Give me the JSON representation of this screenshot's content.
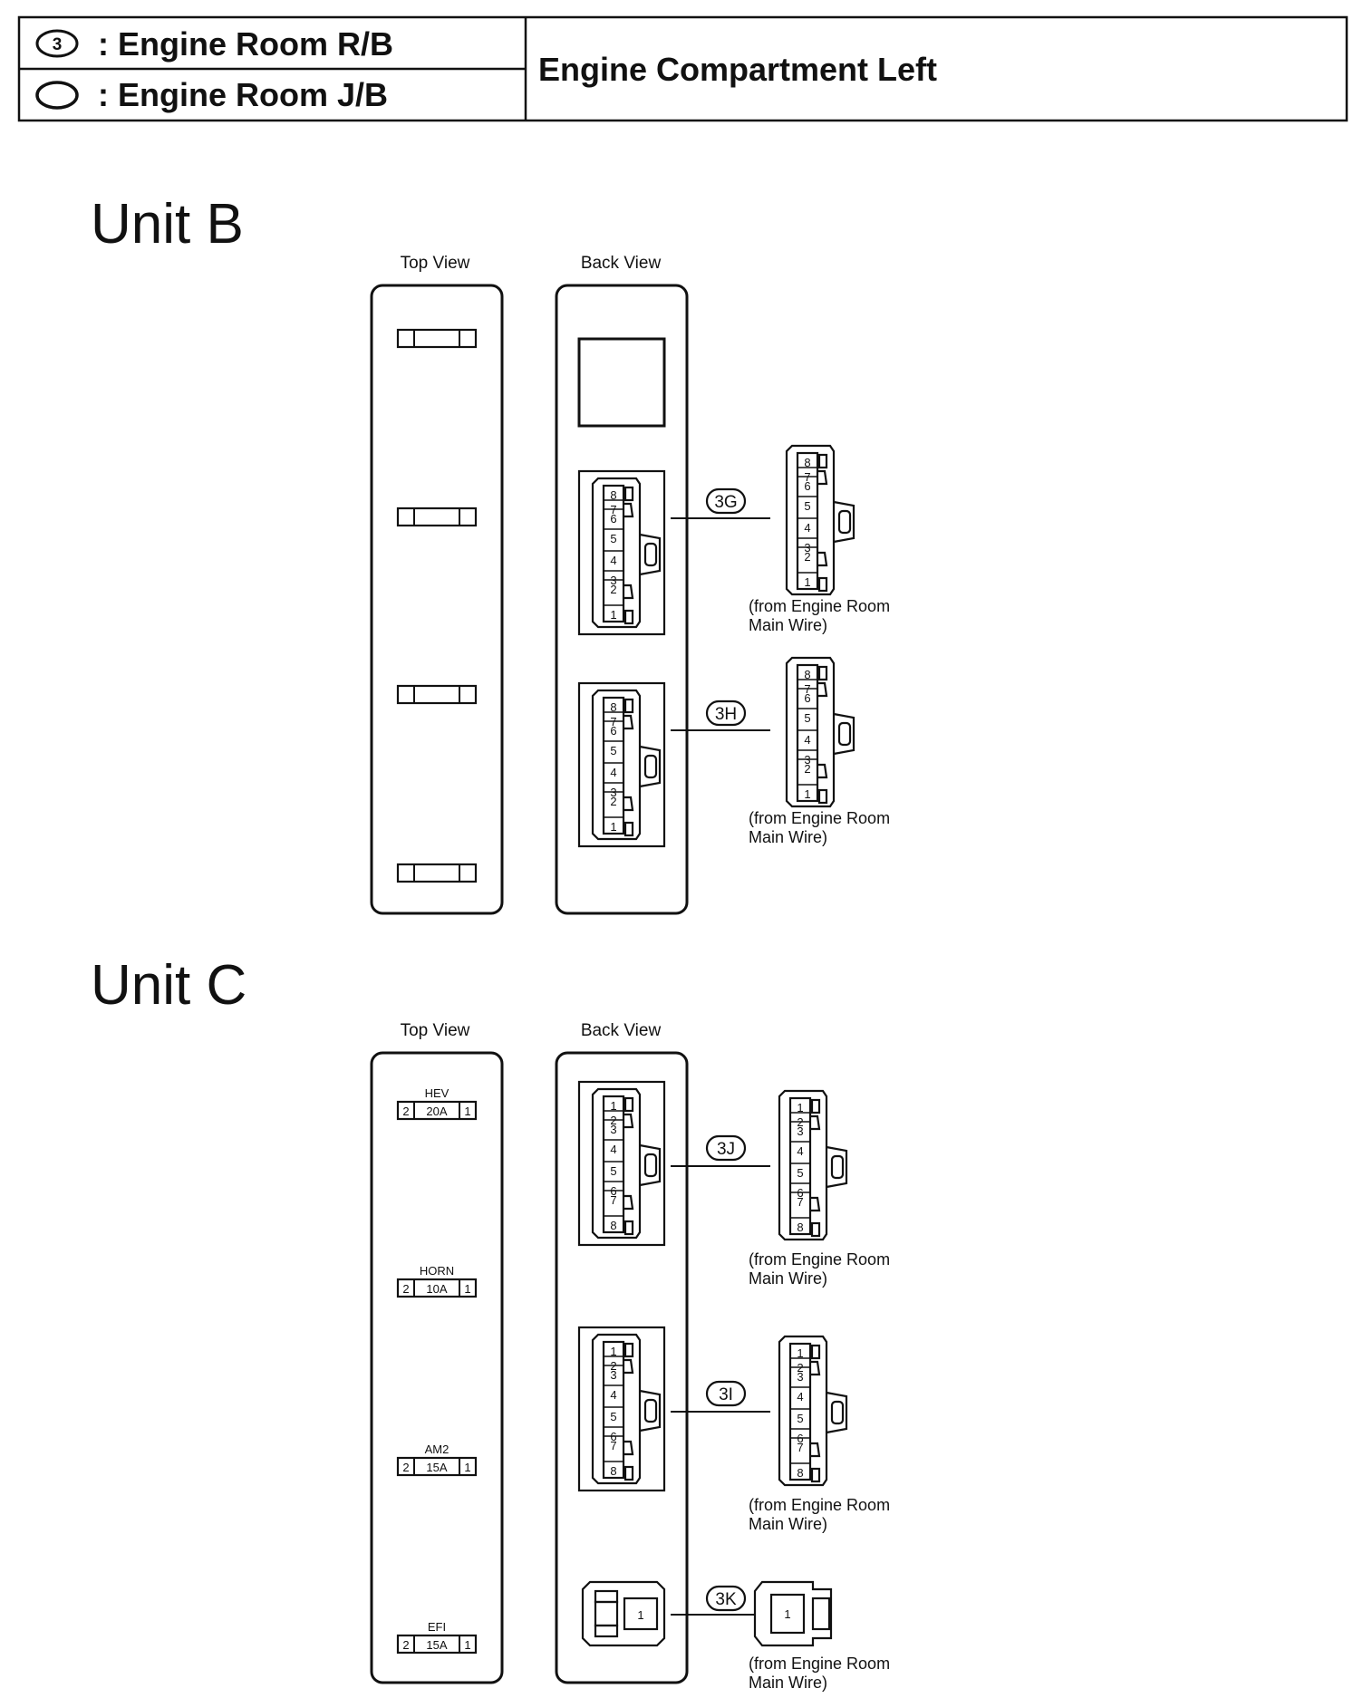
{
  "legend": {
    "rb": {
      "badge": "3",
      "label": ": Engine Room R/B"
    },
    "jb": {
      "label": ": Engine Room J/B"
    }
  },
  "location": "Engine Compartment Left",
  "units": [
    {
      "title": "Unit B",
      "top_view_label": "Top View",
      "back_view_label": "Back View",
      "fuses": [
        {
          "name": "",
          "left": "",
          "rating": "",
          "right": ""
        },
        {
          "name": "",
          "left": "",
          "rating": "",
          "right": ""
        },
        {
          "name": "",
          "left": "",
          "rating": "",
          "right": ""
        },
        {
          "name": "",
          "left": "",
          "rating": "",
          "right": ""
        }
      ],
      "relay": true,
      "connectors": [
        {
          "id": "3G",
          "type": "8pin-a",
          "from_line1": "(from Engine Room",
          "from_line2": "Main Wire)"
        },
        {
          "id": "3H",
          "type": "8pin-a",
          "from_line1": "(from Engine Room",
          "from_line2": "Main Wire)"
        }
      ]
    },
    {
      "title": "Unit C",
      "top_view_label": "Top View",
      "back_view_label": "Back View",
      "fuses": [
        {
          "name": "HEV",
          "left": "2",
          "rating": "20A",
          "right": "1"
        },
        {
          "name": "HORN",
          "left": "2",
          "rating": "10A",
          "right": "1"
        },
        {
          "name": "AM2",
          "left": "2",
          "rating": "15A",
          "right": "1"
        },
        {
          "name": "EFI",
          "left": "2",
          "rating": "15A",
          "right": "1"
        }
      ],
      "relay": false,
      "connectors": [
        {
          "id": "3J",
          "type": "8pin-b",
          "from_line1": "(from Engine Room",
          "from_line2": "Main Wire)"
        },
        {
          "id": "3I",
          "type": "8pin-b",
          "from_line1": "(from Engine Room",
          "from_line2": "Main Wire)"
        },
        {
          "id": "3K",
          "type": "1pin",
          "from_line1": "(from Engine Room",
          "from_line2": "Main Wire)"
        }
      ]
    }
  ],
  "pin_sets": {
    "8pin-a": [
      "8",
      "7",
      "6",
      "5",
      "4",
      "3",
      "2",
      "1"
    ],
    "8pin-b": [
      "1",
      "2",
      "3",
      "4",
      "5",
      "6",
      "7",
      "8"
    ],
    "1pin": [
      "1"
    ]
  }
}
